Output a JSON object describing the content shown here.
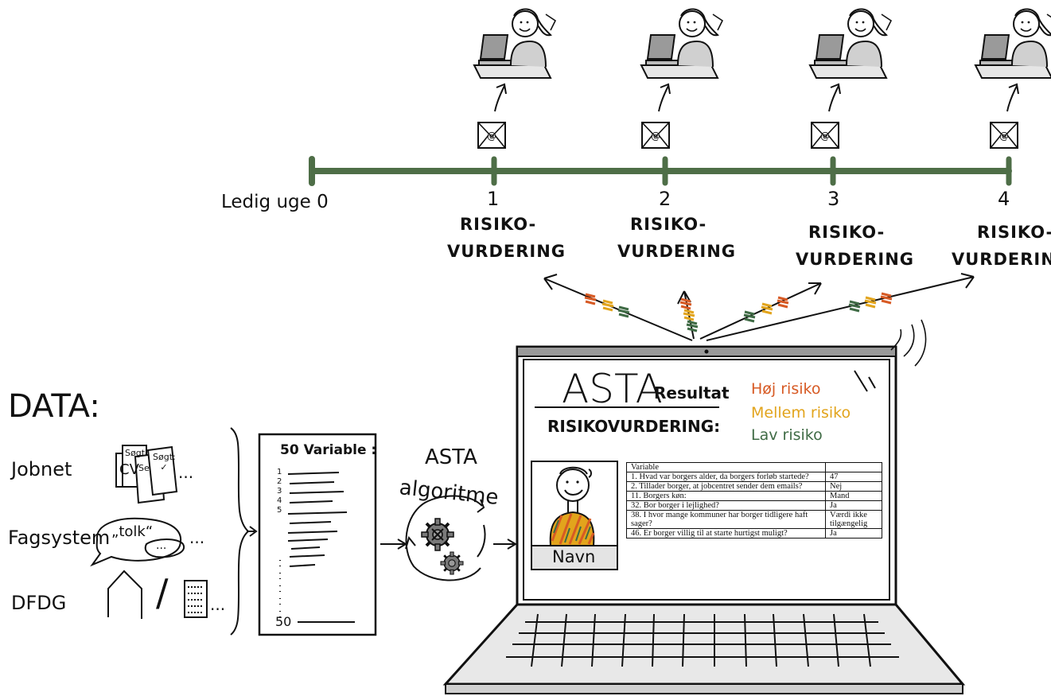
{
  "timeline": {
    "start_label": "Ledig uge 0",
    "weeks": [
      {
        "number": "1",
        "label_line1": "RISIKO-",
        "label_line2": "VURDERING"
      },
      {
        "number": "2",
        "label_line1": "RISIKO-",
        "label_line2": "VURDERING"
      },
      {
        "number": "3",
        "label_line1": "RISIKO-",
        "label_line2": "VURDERING"
      },
      {
        "number": "4",
        "label_line1": "RISIKO-",
        "label_line2": "VURDERING"
      }
    ],
    "email_glyph": "@"
  },
  "data_sources": {
    "title": "DATA:",
    "items": [
      {
        "label": "Jobnet",
        "cv": "CV",
        "doc1": "Søgt",
        "doc2": "Se",
        "doc3": "Søgt: ✓",
        "more": "..."
      },
      {
        "label": "Fagsystem",
        "bubble": "„tolk“",
        "bubble_more": "...",
        "more": "..."
      },
      {
        "label": "DFDG",
        "separator": "/",
        "more": "..."
      }
    ]
  },
  "variables": {
    "title": "50 Variable :",
    "row_numbers": [
      "1",
      "2",
      "3",
      "4",
      "5"
    ],
    "last_number": "50"
  },
  "algorithm": {
    "title_line1": "ASTA",
    "title_line2": "algoritme"
  },
  "screen": {
    "title": "ASTA",
    "subtitle": "Resultat",
    "heading": "RISIKOVURDERING:",
    "legend": [
      {
        "label": "Høj risiko",
        "color": "#d75a24"
      },
      {
        "label": "Mellem risiko",
        "color": "#e2a41c"
      },
      {
        "label": "Lav risiko",
        "color": "#3f6b45"
      }
    ],
    "profile_name": "Navn",
    "table": {
      "header": "Variable",
      "rows": [
        {
          "question": "1. Hvad var borgers alder, da borgers forløb startede?",
          "value": "47"
        },
        {
          "question": "2. Tillader borger, at jobcentret sender dem emails?",
          "value": "Nej"
        },
        {
          "question": "11. Borgers køn:",
          "value": "Mand"
        },
        {
          "question": "32. Bor borger i lejlighed?",
          "value": "Ja"
        },
        {
          "question": "38. I hvor mange kommuner har borger tidligere haft sager?",
          "value": "Værdi ikke tilgængelig"
        },
        {
          "question": "46. Er borger villig til at starte hurtigst muligt?",
          "value": "Ja"
        }
      ]
    }
  },
  "colors": {
    "timeline": "#4e6e47",
    "high": "#d75a24",
    "medium": "#e2a41c",
    "low": "#3f6b45"
  }
}
